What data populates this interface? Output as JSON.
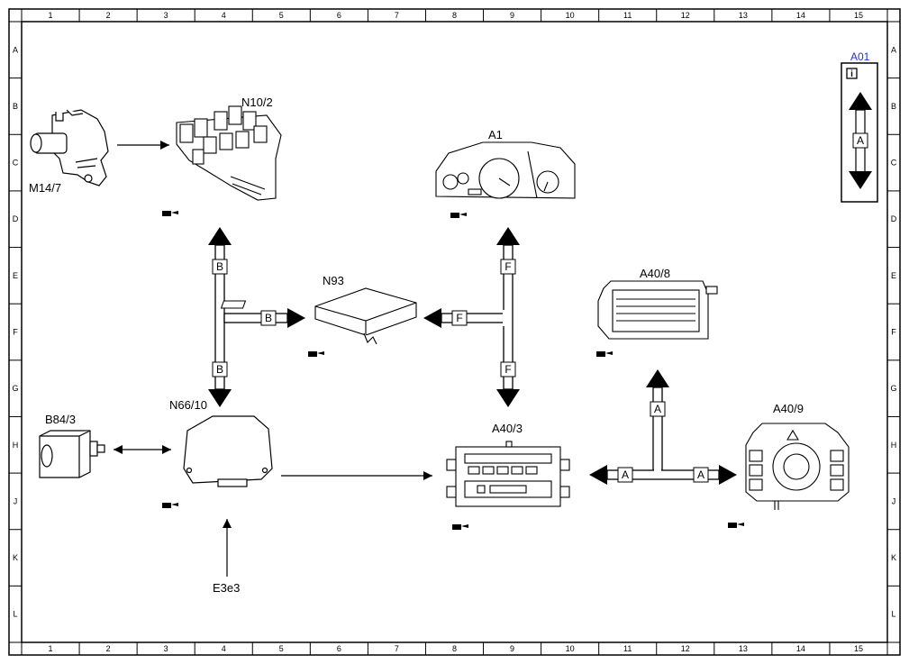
{
  "diagram": {
    "grid_columns": [
      "1",
      "2",
      "3",
      "4",
      "5",
      "6",
      "7",
      "8",
      "9",
      "10",
      "11",
      "12",
      "13",
      "14",
      "15"
    ],
    "grid_rows": [
      "A",
      "B",
      "C",
      "D",
      "E",
      "F",
      "G",
      "H",
      "J",
      "K",
      "L"
    ],
    "components": {
      "m14_7": "M14/7",
      "n10_2": "N10/2",
      "a1": "A1",
      "n93": "N93",
      "a40_8": "A40/8",
      "b84_3": "B84/3",
      "n66_10": "N66/10",
      "a40_3": "A40/3",
      "a40_9": "A40/9",
      "e3e3": "E3e3"
    },
    "connectors": {
      "b_top": "B",
      "b_mid": "B",
      "b_bot": "B",
      "f_top": "F",
      "f_mid": "F",
      "f_bot": "F",
      "a_up": "A",
      "a_left": "A",
      "a_right": "A"
    },
    "legend": {
      "title": "A01",
      "info_symbol": "i",
      "connector": "A"
    },
    "colors": {
      "line": "#000000",
      "legend_title": "#1f2fd8"
    }
  }
}
